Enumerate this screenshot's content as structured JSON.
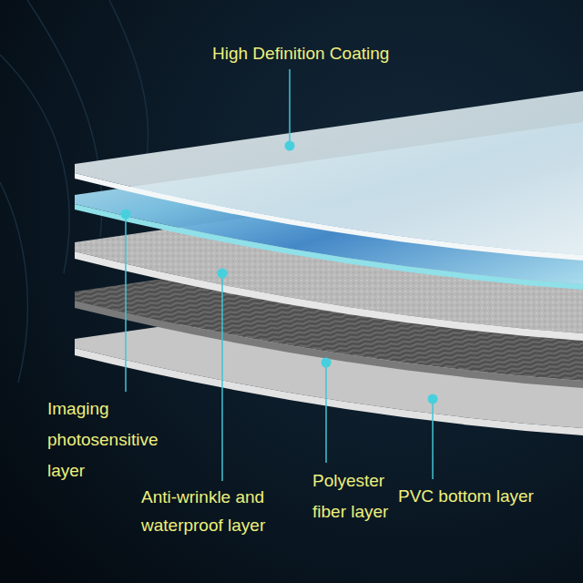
{
  "diagram": {
    "labels": [
      "High Definition Coating",
      "Imaging photosensitive layer",
      "Anti-wrinkle and waterproof layer",
      "Polyester fiber layer",
      "PVC bottom layer"
    ]
  }
}
